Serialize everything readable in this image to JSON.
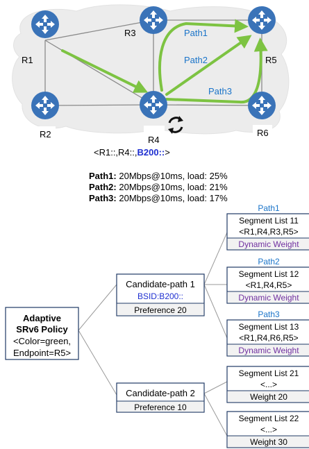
{
  "colors": {
    "path_green": "#7dc342",
    "router_blue": "#3a73b8",
    "path_label_blue": "#1a74c9",
    "sid_blue": "#1e2fd1",
    "weight_purple": "#7030a0",
    "box_border": "#1f3864",
    "box_fill_gray": "#f2f2f2",
    "cloud_fill": "#ececec"
  },
  "topology": {
    "routers": [
      "R1",
      "R2",
      "R3",
      "R4",
      "R5",
      "R6"
    ],
    "path_labels": [
      "Path1",
      "Path2",
      "Path3"
    ],
    "refresh_icon": "refresh-icon"
  },
  "sid_list": {
    "prefix": "<R1::,R4::,",
    "bsid": "B200::",
    "suffix": ">"
  },
  "path_metrics": [
    {
      "label": "Path1:",
      "value": "20Mbps@10ms, load: 25%"
    },
    {
      "label": "Path2:",
      "value": "20Mbps@10ms, load: 21%"
    },
    {
      "label": "Path3:",
      "value": "20Mbps@10ms, load: 17%"
    }
  ],
  "policy": {
    "title_line1": "Adaptive",
    "title_line2": "SRv6 Policy",
    "line3": "<Color=green,",
    "line4": "Endpoint=R5>"
  },
  "candidate_paths": [
    {
      "name": "Candidate-path 1",
      "bsid": "BSID:B200::",
      "preference": "Preference 20"
    },
    {
      "name": "Candidate-path 2",
      "preference": "Preference 10"
    }
  ],
  "segment_lists": [
    {
      "path_label": "Path1",
      "name": "Segment List 11",
      "sids": "<R1,R4,R3,R5>",
      "weight": "Dynamic Weight"
    },
    {
      "path_label": "Path2",
      "name": "Segment List 12",
      "sids": "<R1,R4,R5>",
      "weight": "Dynamic Weight"
    },
    {
      "path_label": "Path3",
      "name": "Segment List 13",
      "sids": "<R1,R4,R6,R5>",
      "weight": "Dynamic Weight"
    },
    {
      "name": "Segment List 21",
      "sids": "<...>",
      "weight": "Weight 20"
    },
    {
      "name": "Segment List 22",
      "sids": "<...>",
      "weight": "Weight 30"
    }
  ]
}
